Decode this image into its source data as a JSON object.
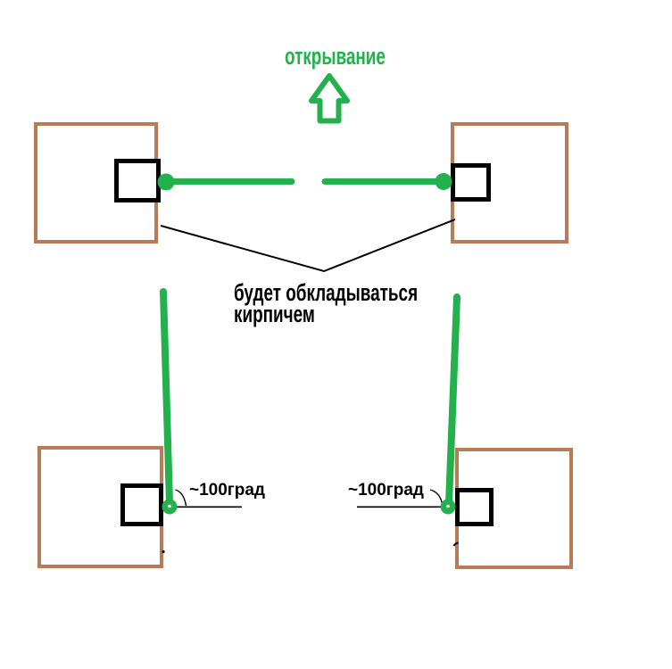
{
  "colors": {
    "green": "#22b14c",
    "brown": "#b97a57",
    "line_black": "#000000",
    "background": "#ffffff"
  },
  "icons": {
    "opening_direction": "up-arrow"
  },
  "labels": {
    "opening": "открывание",
    "brick_note_line1": "будет обкладываться",
    "brick_note_line2": "кирпичем",
    "angle_left": "~100град",
    "angle_right": "~100град"
  }
}
